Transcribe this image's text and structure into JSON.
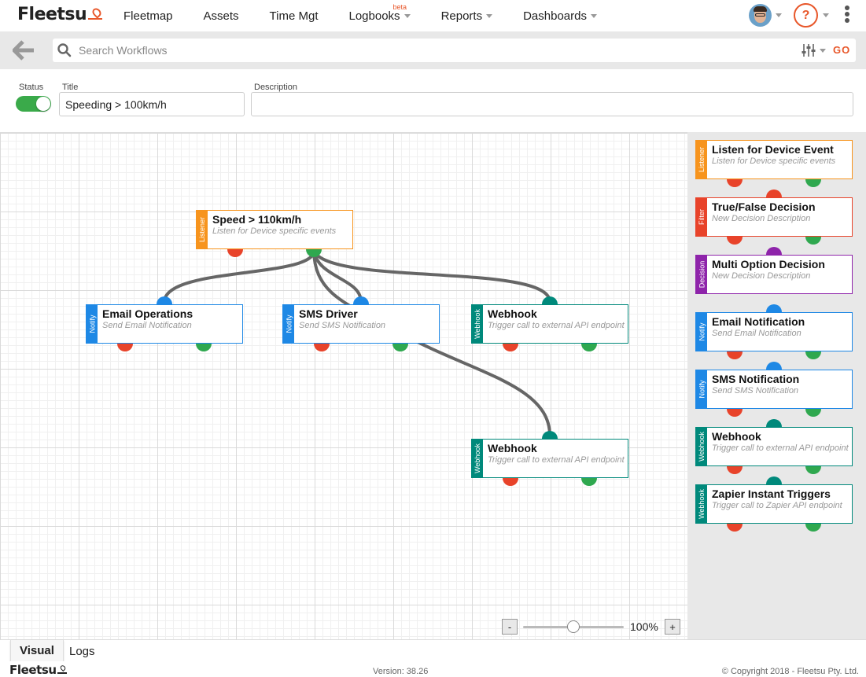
{
  "brand": {
    "name": "Fleetsu",
    "accent": "#e8572a"
  },
  "nav": {
    "items": [
      {
        "label": "Fleetmap"
      },
      {
        "label": "Assets"
      },
      {
        "label": "Time Mgt"
      },
      {
        "label": "Logbooks",
        "badge": "beta"
      },
      {
        "label": "Reports"
      },
      {
        "label": "Dashboards"
      }
    ],
    "help_label": "?"
  },
  "search": {
    "placeholder": "Search Workflows",
    "go_label": "GO"
  },
  "form": {
    "status_label": "Status",
    "title_label": "Title",
    "title_value": "Speeding > 100km/h",
    "description_label": "Description",
    "description_value": ""
  },
  "canvas_nodes": [
    {
      "type": "Listener",
      "title": "Speed > 110km/h",
      "desc": "Listen for Device specific events"
    },
    {
      "type": "Notify",
      "title": "Email Operations",
      "desc": "Send Email Notification"
    },
    {
      "type": "Notify",
      "title": "SMS Driver",
      "desc": "Send SMS Notification"
    },
    {
      "type": "Webhook",
      "title": "Webhook",
      "desc": "Trigger call to external API endpoint"
    },
    {
      "type": "Webhook",
      "title": "Webhook",
      "desc": "Trigger call to external API endpoint"
    }
  ],
  "palette": [
    {
      "type": "Listener",
      "title": "Listen for Device Event",
      "desc": "Listen for Device specific events"
    },
    {
      "type": "Filter",
      "title": "True/False Decision",
      "desc": "New Decision Description"
    },
    {
      "type": "Decision",
      "title": "Multi Option Decision",
      "desc": "New Decision Description"
    },
    {
      "type": "Notify",
      "title": "Email Notification",
      "desc": "Send Email Notification"
    },
    {
      "type": "Notify",
      "title": "SMS Notification",
      "desc": "Send SMS Notification"
    },
    {
      "type": "Webhook",
      "title": "Webhook",
      "desc": "Trigger call to external API endpoint"
    },
    {
      "type": "Webhook",
      "title": "Zapier Instant Triggers",
      "desc": "Trigger call to Zapier API endpoint"
    }
  ],
  "zoom": {
    "minus": "-",
    "plus": "+",
    "level": "100%",
    "fraction": 0.5
  },
  "tabs": {
    "visual": "Visual",
    "logs": "Logs"
  },
  "footer": {
    "logo": "Fleetsu",
    "version": "Version: 38.26",
    "copyright": "© Copyright 2018 - Fleetsu Pty. Ltd."
  },
  "colors": {
    "listener": "#f7941d",
    "notify": "#1e88e5",
    "webhook": "#00897b",
    "filter": "#e8432a",
    "decision": "#8e24aa",
    "port_red": "#e8432a",
    "port_green": "#2fa84f",
    "toggle_on": "#3aaa4a"
  }
}
